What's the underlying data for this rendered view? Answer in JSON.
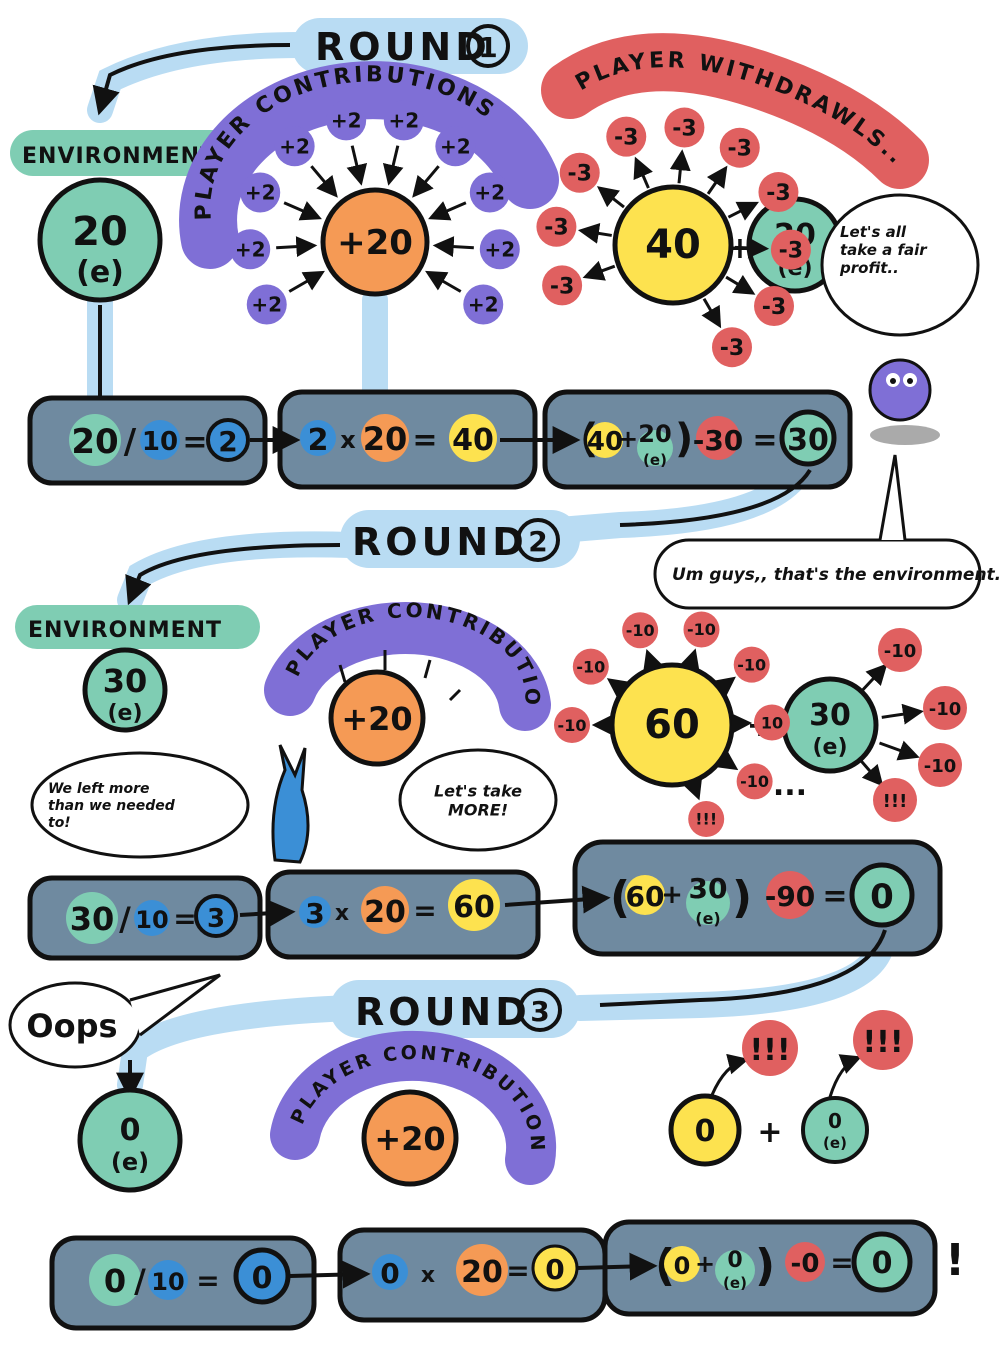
{
  "colors": {
    "glow": "#b9dcf3",
    "slate": "#6f8aa0",
    "green": "#7fcdb3",
    "blue": "#3b8fd6",
    "orange": "#f59a55",
    "yellow": "#fde24f",
    "red": "#e06060",
    "purple": "#7f6fd6",
    "ink": "#111111"
  },
  "round1": {
    "title": "ROUND",
    "num": "1",
    "environment_label": "ENVIRONMENT",
    "env": {
      "value": "20",
      "unit": "(e)"
    },
    "contribution_label": "PLAYER CONTRIBUTIONS",
    "contributions": [
      "+2",
      "+2",
      "+2",
      "+2",
      "+2",
      "+2",
      "+2",
      "+2",
      "+2",
      "+2"
    ],
    "pot": "+20",
    "withdraw_label": "PLAYER WITHDRAWLS...",
    "withdrawals": [
      "-3",
      "-3",
      "-3",
      "-3",
      "-3",
      "-3",
      "-3",
      "-3",
      "-3",
      "-3"
    ],
    "total": "40",
    "plus": "+",
    "env_pool": {
      "value": "20",
      "unit": "(e)"
    },
    "speech": "Let's all take a fair profit..",
    "chain": {
      "eq1": {
        "a": "20",
        "div": "/",
        "b": "10",
        "eq": "=",
        "r": "2"
      },
      "eq2": {
        "a": "2",
        "op": "x",
        "b": "20",
        "eq": "=",
        "r": "40"
      },
      "eq3": {
        "lp": "(",
        "a": "40",
        "plus": "+",
        "b": "20",
        "unit": "(e)",
        "rp": ")",
        "sub": "-30",
        "eq": "=",
        "r": "30"
      }
    }
  },
  "round2": {
    "title": "ROUND",
    "num": "2",
    "environment_label": "ENVIRONMENT",
    "env": {
      "value": "30",
      "unit": "(e)"
    },
    "contribution_label": "PLAYER CONTRIBUTION",
    "pot": "+20",
    "total": "60",
    "plus": "+",
    "env_pool": {
      "value": "30",
      "unit": "(e)"
    },
    "withdrawals_left": [
      "-10",
      "-10",
      "-10",
      "-10",
      "-10",
      "10",
      "-10",
      "!!!"
    ],
    "withdrawals_right": [
      "-10",
      "-10",
      "-10",
      "!!!"
    ],
    "dots": "...",
    "speech_um": "Um guys,, that's the environment..",
    "speech_left": "We left more than we needed to!",
    "speech_more": "Let's take MORE!",
    "chain": {
      "eq1": {
        "a": "30",
        "div": "/",
        "b": "10",
        "eq": "=",
        "r": "3"
      },
      "eq2": {
        "a": "3",
        "op": "x",
        "b": "20",
        "eq": "=",
        "r": "60"
      },
      "eq3": {
        "lp": "(",
        "a": "60",
        "plus": "+",
        "b": "30",
        "unit": "(e)",
        "rp": ")",
        "sub": "-90",
        "eq": "=",
        "r": "0"
      }
    }
  },
  "round3": {
    "title": "ROUND",
    "num": "3",
    "speech_oops": "Oops",
    "env": {
      "value": "0",
      "unit": "(e)"
    },
    "contribution_label": "PLAYER CONTRIBUTION",
    "pot": "+20",
    "total": "0",
    "plus": "+",
    "env_pool": {
      "value": "0",
      "unit": "(e)"
    },
    "alarm": "!!!",
    "chain": {
      "eq1": {
        "a": "0",
        "div": "/",
        "b": "10",
        "eq": "=",
        "r": "0"
      },
      "eq2": {
        "a": "0",
        "op": "x",
        "b": "20",
        "eq": "=",
        "r": "0"
      },
      "eq3": {
        "lp": "(",
        "a": "0",
        "plus": "+",
        "b": "0",
        "unit": "(e)",
        "rp": ")",
        "sub": "-0",
        "eq": "=",
        "r": "0",
        "bang": "!"
      }
    }
  }
}
